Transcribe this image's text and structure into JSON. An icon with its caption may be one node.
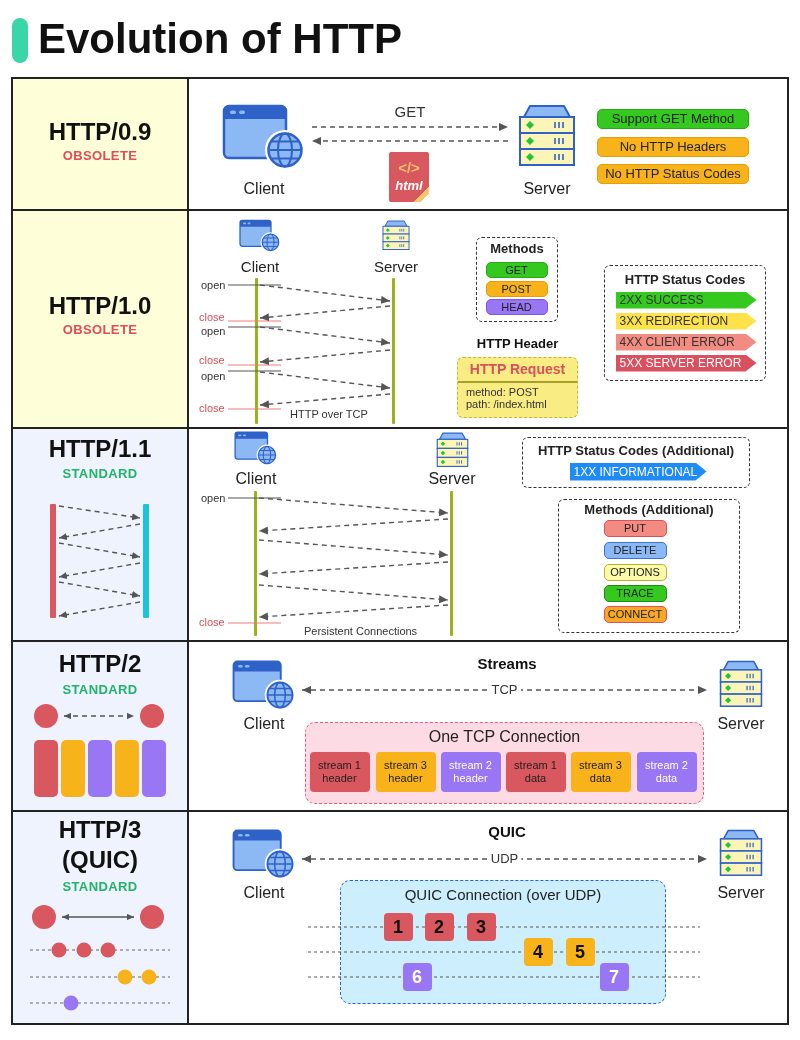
{
  "diagram": {
    "title": "Evolution of HTTP",
    "nodes": [
      {
        "text": [
          "HTTP/0.9",
          "OBSOLETE"
        ]
      },
      {
        "text": [
          "Client"
        ]
      },
      {
        "text": [
          "Server"
        ]
      },
      {
        "text": [
          "</>",
          "html"
        ]
      },
      {
        "text": [
          "Support GET Method"
        ]
      },
      {
        "text": [
          "No HTTP Headers"
        ]
      },
      {
        "text": [
          "No HTTP Status Codes"
        ]
      },
      {
        "text": [
          "HTTP/1.0",
          "OBSOLETE"
        ]
      },
      {
        "text": [
          "Client"
        ]
      },
      {
        "text": [
          "Server"
        ]
      },
      {
        "text": [],
        "shape": "bar"
      },
      {
        "text": [],
        "shape": "bar"
      },
      {
        "text": [
          "Methods"
        ]
      },
      {
        "text": [
          "GET"
        ],
        "in": 12
      },
      {
        "text": [
          "POST"
        ],
        "in": 12
      },
      {
        "text": [
          "HEAD"
        ],
        "in": 12
      },
      {
        "text": [
          "HTTP Header",
          "HTTP Request",
          "method: POST",
          "path: /index.html"
        ]
      },
      {
        "text": [
          "HTTP Status Codes"
        ]
      },
      {
        "text": [
          "2XX SUCCESS"
        ],
        "in": 17
      },
      {
        "text": [
          "3XX REDIRECTION"
        ],
        "in": 17
      },
      {
        "text": [
          "4XX CLIENT ERROR"
        ],
        "in": 17
      },
      {
        "text": [
          "5XX SERVER ERROR"
        ],
        "in": 17
      },
      {
        "text": [
          "HTTP/1.1",
          "STANDARD"
        ]
      },
      {
        "text": [],
        "shape": "bar",
        "in": 22
      },
      {
        "text": [],
        "shape": "bar",
        "in": 22
      },
      {
        "text": [
          "Client"
        ]
      },
      {
        "text": [
          "Server"
        ]
      },
      {
        "text": [],
        "shape": "bar"
      },
      {
        "text": [],
        "shape": "bar"
      },
      {
        "text": [
          "HTTP Status Codes (Additional)"
        ]
      },
      {
        "text": [
          "1XX INFORMATIONAL"
        ],
        "in": 29
      },
      {
        "text": [
          "Methods (Additional)"
        ]
      },
      {
        "text": [
          "PUT"
        ],
        "in": 31
      },
      {
        "text": [
          "DELETE"
        ],
        "in": 31
      },
      {
        "text": [
          "OPTIONS"
        ],
        "in": 31
      },
      {
        "text": [
          "TRACE"
        ],
        "in": 31
      },
      {
        "text": [
          "CONNECT"
        ],
        "in": 31
      },
      {
        "text": [
          "HTTP/2",
          "STANDARD"
        ]
      },
      {
        "text": [],
        "shape": "circle",
        "in": 37
      },
      {
        "text": [],
        "shape": "circle",
        "in": 37
      },
      {
        "text": [
          "Client"
        ]
      },
      {
        "text": [
          "Server"
        ]
      },
      {
        "text": [
          "One TCP Connection"
        ]
      },
      {
        "text": [
          "stream 1 header"
        ],
        "in": 42
      },
      {
        "text": [
          "stream 3 header"
        ],
        "in": 42
      },
      {
        "text": [
          "stream 2 header"
        ],
        "in": 42
      },
      {
        "text": [
          "stream 1 data"
        ],
        "in": 42
      },
      {
        "text": [
          "stream 3 data"
        ],
        "in": 42
      },
      {
        "text": [
          "stream 2 data"
        ],
        "in": 42
      },
      {
        "text": [
          "HTTP/3 (QUIC)",
          "STANDARD"
        ]
      },
      {
        "text": [],
        "shape": "circle",
        "in": 49
      },
      {
        "text": [],
        "shape": "circle",
        "in": 49
      },
      {
        "text": [
          "Client"
        ]
      },
      {
        "text": [
          "Server"
        ]
      },
      {
        "text": [
          "QUIC Connection (over UDP)"
        ]
      },
      {
        "text": [
          "1"
        ],
        "in": 54
      },
      {
        "text": [
          "2"
        ],
        "in": 54
      },
      {
        "text": [
          "3"
        ],
        "in": 54
      },
      {
        "text": [
          "4"
        ],
        "in": 54
      },
      {
        "text": [
          "5"
        ],
        "in": 54
      },
      {
        "text": [
          "6"
        ],
        "in": 54
      },
      {
        "text": [
          "7"
        ],
        "in": 54
      }
    ],
    "edges": [
      {
        "from": 1,
        "to": 2,
        "arrow": "to",
        "label": "GET",
        "style": "dashed"
      },
      {
        "from": 2,
        "to": 1,
        "arrow": "to",
        "style": "dashed"
      },
      {
        "from": 10,
        "to": 11,
        "arrow": "to",
        "style": "dashed"
      },
      {
        "from": 11,
        "to": 10,
        "arrow": "to",
        "style": "dashed"
      },
      {
        "from": 10,
        "to": 11,
        "arrow": "to",
        "style": "dashed"
      },
      {
        "from": 11,
        "to": 10,
        "arrow": "to",
        "style": "dashed"
      },
      {
        "from": 10,
        "to": 11,
        "arrow": "to",
        "style": "dashed"
      },
      {
        "from": 11,
        "to": 10,
        "arrow": "to",
        "style": "dashed"
      },
      {
        "from": 23,
        "to": 24,
        "arrow": "to",
        "style": "dashed"
      },
      {
        "from": 24,
        "to": 23,
        "arrow": "to",
        "style": "dashed"
      },
      {
        "from": 23,
        "to": 24,
        "arrow": "to",
        "style": "dashed"
      },
      {
        "from": 24,
        "to": 23,
        "arrow": "to",
        "style": "dashed"
      },
      {
        "from": 23,
        "to": 24,
        "arrow": "to",
        "style": "dashed"
      },
      {
        "from": 24,
        "to": 23,
        "arrow": "to",
        "style": "dashed"
      },
      {
        "from": 27,
        "to": 28,
        "arrow": "to",
        "style": "dashed"
      },
      {
        "from": 28,
        "to": 27,
        "arrow": "to",
        "style": "dashed"
      },
      {
        "from": 27,
        "to": 28,
        "arrow": "to",
        "style": "dashed"
      },
      {
        "from": 28,
        "to": 27,
        "arrow": "to",
        "style": "dashed"
      },
      {
        "from": 27,
        "to": 28,
        "arrow": "to",
        "style": "dashed"
      },
      {
        "from": 28,
        "to": 27,
        "arrow": "to",
        "style": "dashed"
      },
      {
        "from": 38,
        "to": 39,
        "arrow": "both",
        "style": "dashed"
      },
      {
        "from": 40,
        "to": 41,
        "arrow": "both",
        "label": "TCP",
        "style": "dashed"
      },
      {
        "from": 50,
        "to": 51,
        "arrow": "both"
      },
      {
        "from": 52,
        "to": 53,
        "arrow": "both",
        "label": "UDP",
        "style": "dashed"
      }
    ],
    "labels": [
      "open",
      "close",
      "open",
      "close",
      "open",
      "close",
      "HTTP over TCP",
      "open",
      "close",
      "Persistent Connections",
      "Streams",
      "QUIC"
    ]
  }
}
